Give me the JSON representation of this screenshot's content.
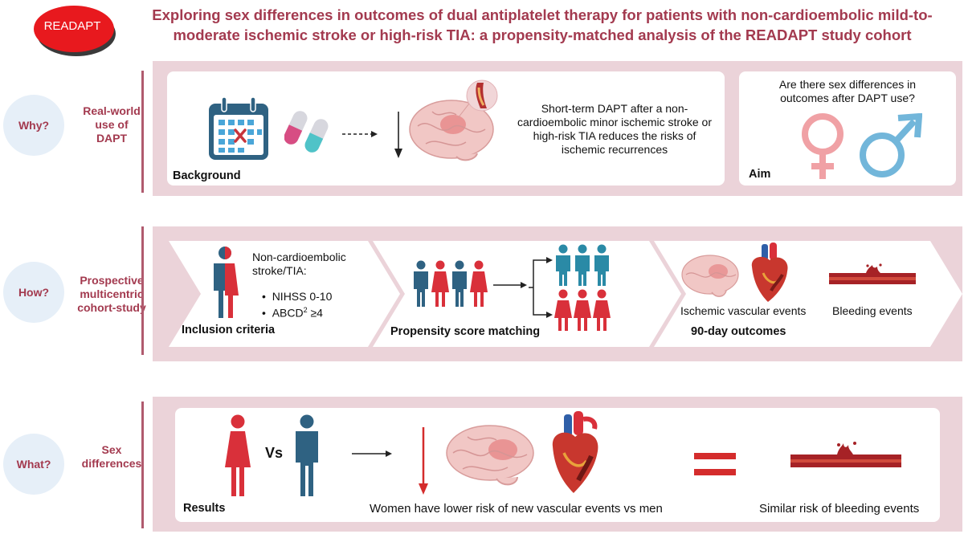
{
  "logo": {
    "text": "READAPT"
  },
  "title": {
    "line1": "Exploring sex differences in outcomes of dual antiplatelet therapy for patients with non-cardioembolic mild-to-",
    "line2": "moderate ischemic stroke or high-risk TIA: a propensity-matched analysis of the READAPT study cohort"
  },
  "why": {
    "question": "Why?",
    "label_lines": [
      "Real-world",
      "use of",
      "DAPT"
    ]
  },
  "how": {
    "question": "How?",
    "label_lines": [
      "Prospective",
      "multicentric",
      "cohort-study"
    ]
  },
  "what": {
    "question": "What?",
    "label_lines": [
      "Sex",
      "differences"
    ]
  },
  "background": {
    "label": "Background",
    "text_lines": [
      "Short-term DAPT after a non-",
      "cardioembolic minor ischemic stroke or",
      "high-risk TIA reduces the risks of",
      "ischemic recurrences"
    ]
  },
  "aim": {
    "label": "Aim",
    "question_lines": [
      "Are there sex differences in",
      "outcomes after DAPT use?"
    ]
  },
  "inclusion": {
    "label": "Inclusion criteria",
    "text_lines": [
      "Non-cardioembolic",
      "stroke/TIA:"
    ],
    "bullets": [
      "NIHSS 0-10",
      "ABCD",
      "2",
      " ≥4"
    ]
  },
  "matching": {
    "label": "Propensity score matching"
  },
  "outcomes": {
    "label": "90-day outcomes",
    "ischemic": "Ischemic vascular events",
    "bleeding": "Bleeding events"
  },
  "results": {
    "label": "Results",
    "vs": "Vs",
    "women_text": "Women have lower risk of new vascular events vs men",
    "bleeding_text": "Similar risk of bleeding events"
  },
  "colors": {
    "accent": "#a33a4f",
    "band": "#ebd3d9",
    "circle": "#e6eff8",
    "female": "#d9303a",
    "male": "#2f6282",
    "teal": "#2a8aa6",
    "logo": "#e8191e"
  }
}
